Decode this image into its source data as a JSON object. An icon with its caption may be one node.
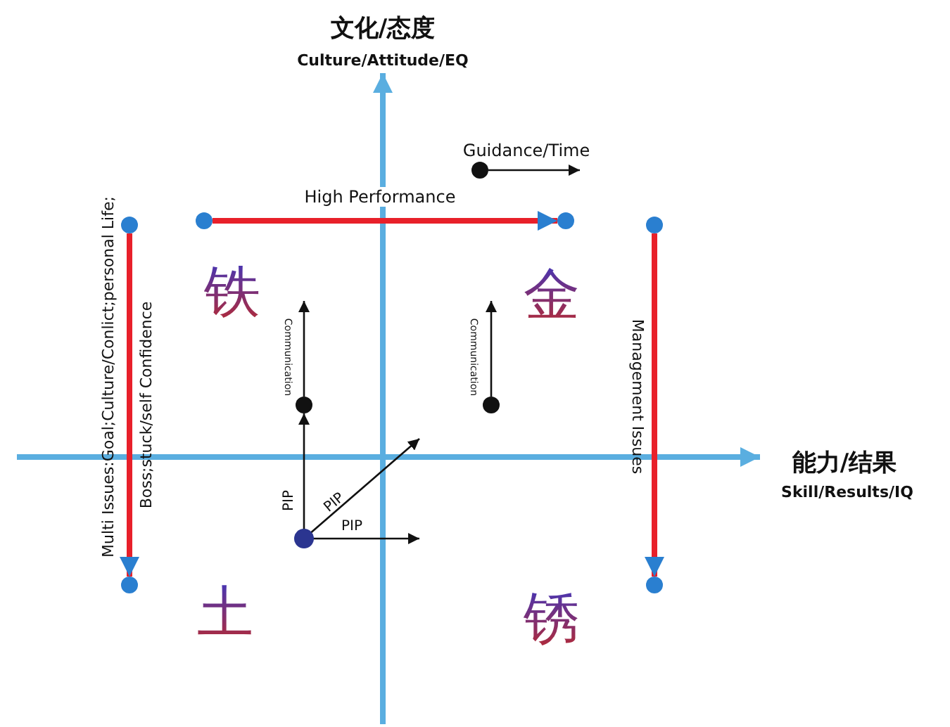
{
  "diagram": {
    "nodes": [
      {
        "text": [],
        "shape": "circle"
      },
      {
        "text": [],
        "shape": "circle"
      },
      {
        "text": [],
        "shape": "circle"
      },
      {
        "text": [],
        "shape": "circle"
      },
      {
        "text": [],
        "shape": "circle"
      },
      {
        "text": [],
        "shape": "circle"
      },
      {
        "text": [],
        "shape": "circle"
      },
      {
        "text": [],
        "shape": "circle"
      },
      {
        "text": [],
        "shape": "circle"
      },
      {
        "text": [],
        "shape": "circle"
      }
    ],
    "edges": [
      {
        "from": 0,
        "to": 1,
        "arrow": "to",
        "label": "Multi Issues:Goal;Culture/Conlict;personal Life;",
        "style": "thick",
        "color": "#e8202a"
      },
      {
        "from": 2,
        "to": 3,
        "arrow": "to",
        "label": "High Performance",
        "style": "thick",
        "color": "#e8202a"
      },
      {
        "from": 4,
        "to": 5,
        "arrow": "to",
        "label": "Management Issues",
        "style": "thick",
        "color": "#e8202a"
      },
      {
        "from": 6,
        "to": null,
        "arrow": "to",
        "label": "Guidance/Time"
      },
      {
        "from": 7,
        "to": null,
        "arrow": "to",
        "label": "Communication"
      },
      {
        "from": 8,
        "to": null,
        "arrow": "to",
        "label": "Communication"
      },
      {
        "from": 9,
        "to": 7,
        "arrow": "to",
        "label": "PIP"
      },
      {
        "from": 9,
        "to": null,
        "arrow": "to",
        "label": "PIP"
      },
      {
        "from": 9,
        "to": null,
        "arrow": "to",
        "label": "PIP"
      }
    ],
    "labels": [
      "文化/态度",
      "Culture/Attitude/EQ",
      "铁",
      "金",
      "Boss;stuck/self Confidence",
      "能力/结果",
      "Skill/Results/IQ",
      "土",
      "锈"
    ]
  }
}
